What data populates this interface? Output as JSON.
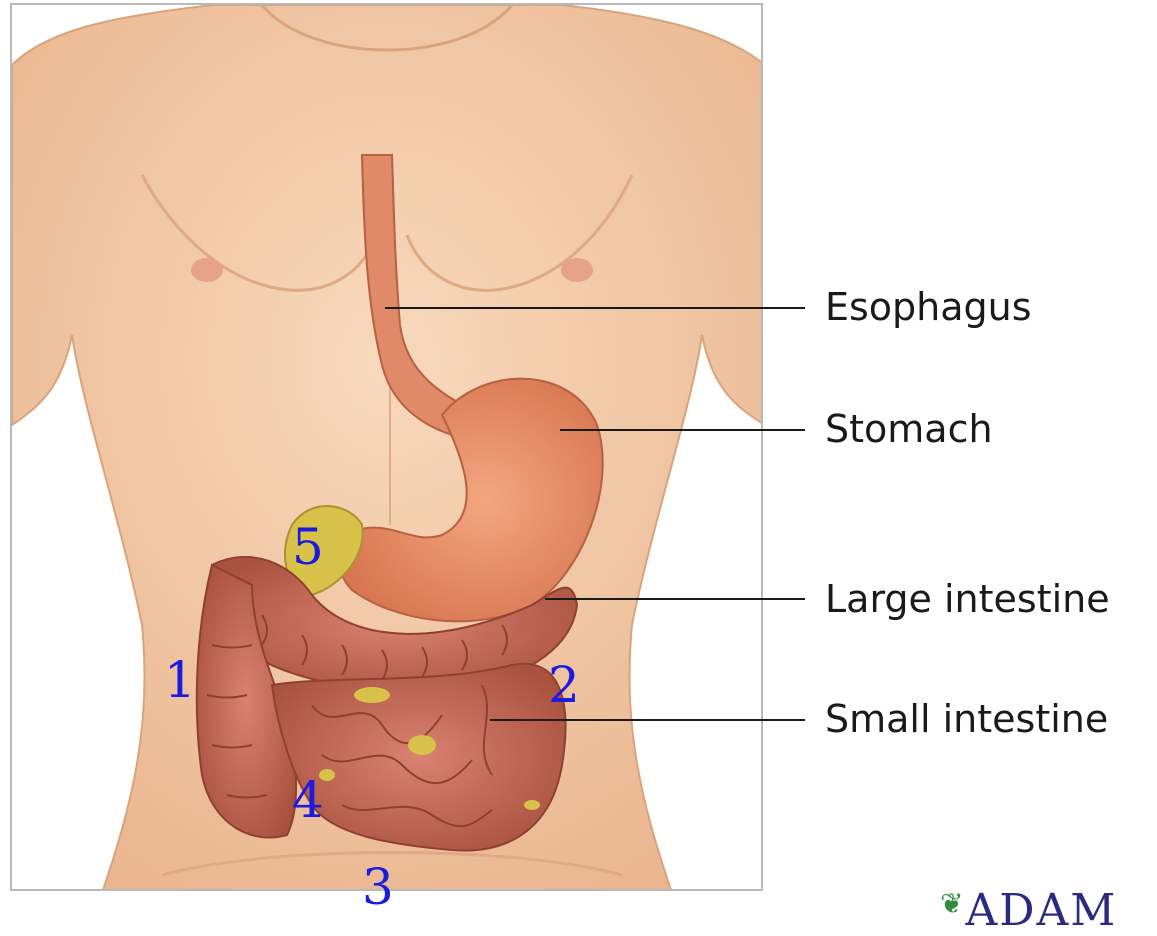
{
  "labels": {
    "esophagus": "Esophagus",
    "stomach": "Stomach",
    "large_intestine": "Large intestine",
    "small_intestine": "Small intestine"
  },
  "markers": [
    "1",
    "2",
    "3",
    "4",
    "5"
  ],
  "logo": {
    "text": "ADAM"
  },
  "colors": {
    "skin": "#f4c9a4",
    "stomach": "#e4916a",
    "intestine": "#c76a55",
    "fat": "#d9c24a",
    "marker_text": "#1a1ae0",
    "label_text": "#1a1a1a"
  }
}
